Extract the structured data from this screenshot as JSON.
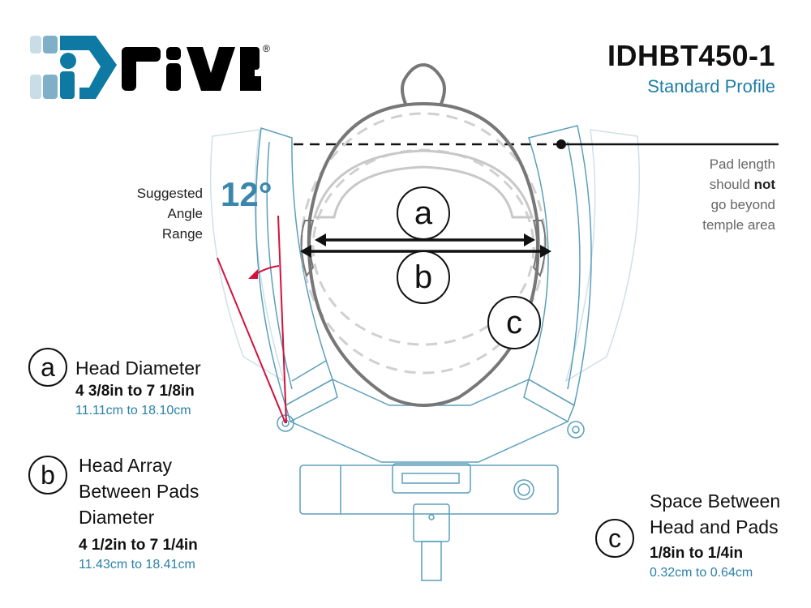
{
  "brand": {
    "logo_text": "iDriVe",
    "registered_mark": "®"
  },
  "header": {
    "model": "IDHBT450-1",
    "profile": "Standard Profile"
  },
  "pad_note": {
    "line1": "Pad length",
    "line2_pre": "should ",
    "line2_bold": "not",
    "line3": "go beyond",
    "line4": "temple area"
  },
  "angle": {
    "label_line1": "Suggested",
    "label_line2": "Angle",
    "label_line3": "Range",
    "value": "12°"
  },
  "diagram_markers": {
    "a": "a",
    "b": "b",
    "c": "c"
  },
  "specs": [
    {
      "marker": "a",
      "title_lines": [
        "Head Diameter"
      ],
      "imperial": "4 3/8in to 7 1/8in",
      "metric": "11.11cm to 18.10cm"
    },
    {
      "marker": "b",
      "title_lines": [
        "Head Array",
        "Between Pads",
        "Diameter"
      ],
      "imperial": "4 1/2in to 7 1/4in",
      "metric": "11.43cm to 18.41cm"
    },
    {
      "marker": "c",
      "title_lines": [
        "Space Between",
        "Head and Pads"
      ],
      "imperial": "1/8in to 1/4in",
      "metric": "0.32cm to 0.64cm"
    }
  ],
  "colors": {
    "brand_blue": "#0e7aa3",
    "hardware": "#5b9fbb",
    "angle_red": "#d3123c",
    "head": "#777777"
  }
}
